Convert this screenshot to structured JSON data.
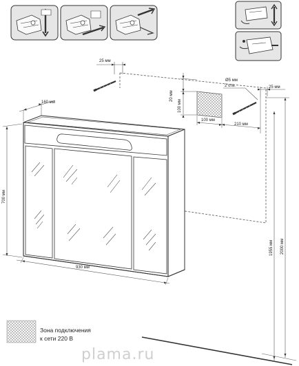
{
  "instructions": {
    "panels": [
      "hinge-adjust-depth",
      "hinge-adjust-height",
      "hinge-adjust-side"
    ],
    "panel_bg": "#e6e6e6"
  },
  "dimensions": {
    "top_offset": "25 мм",
    "hole_diameter": "Ø5 мм",
    "hole_count": "2 отв.",
    "right_offset": "25 мм",
    "height_offset": "20 мм",
    "box_height": "100 мм",
    "box_width": "100 мм",
    "box_to_edge": "210 мм",
    "depth": "160 мм",
    "height": "700 мм",
    "width": "930 мм",
    "mount_height": "1955 мм",
    "total_height": "2000 мм"
  },
  "legend": {
    "line1": "Зона подключения",
    "line2": "к сети 220 В"
  },
  "watermark": "plama.ru",
  "colors": {
    "line": "#333333",
    "panel": "#e6e6e6",
    "hatch": "#9a9a9a"
  }
}
